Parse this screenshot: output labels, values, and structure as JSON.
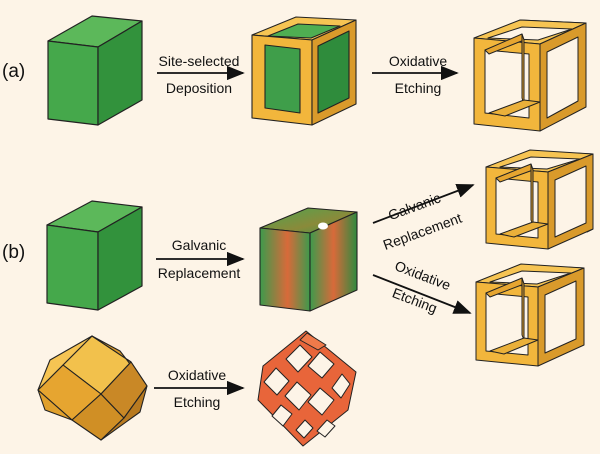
{
  "panel_a": {
    "label": "(a)",
    "arrow1": {
      "line1": "Site-selected",
      "line2": "Deposition"
    },
    "arrow2": {
      "line1": "Oxidative",
      "line2": "Etching"
    }
  },
  "panel_b": {
    "label": "(b)",
    "arrow_galvanic": {
      "line1": "Galvanic",
      "line2": "Replacement"
    },
    "arrow_up": {
      "line1": "Galvanic",
      "line2": "Replacement"
    },
    "arrow_down": {
      "line1": "Oxidative",
      "line2": "Etching"
    },
    "arrow_bottom": {
      "line1": "Oxidative",
      "line2": "Etching"
    }
  },
  "colors": {
    "background": "#fdf4e7",
    "green_cube": "#3aa348",
    "gold_frame": "#f2b63c",
    "orange_frame": "#e8653a",
    "outline": "#222222"
  }
}
